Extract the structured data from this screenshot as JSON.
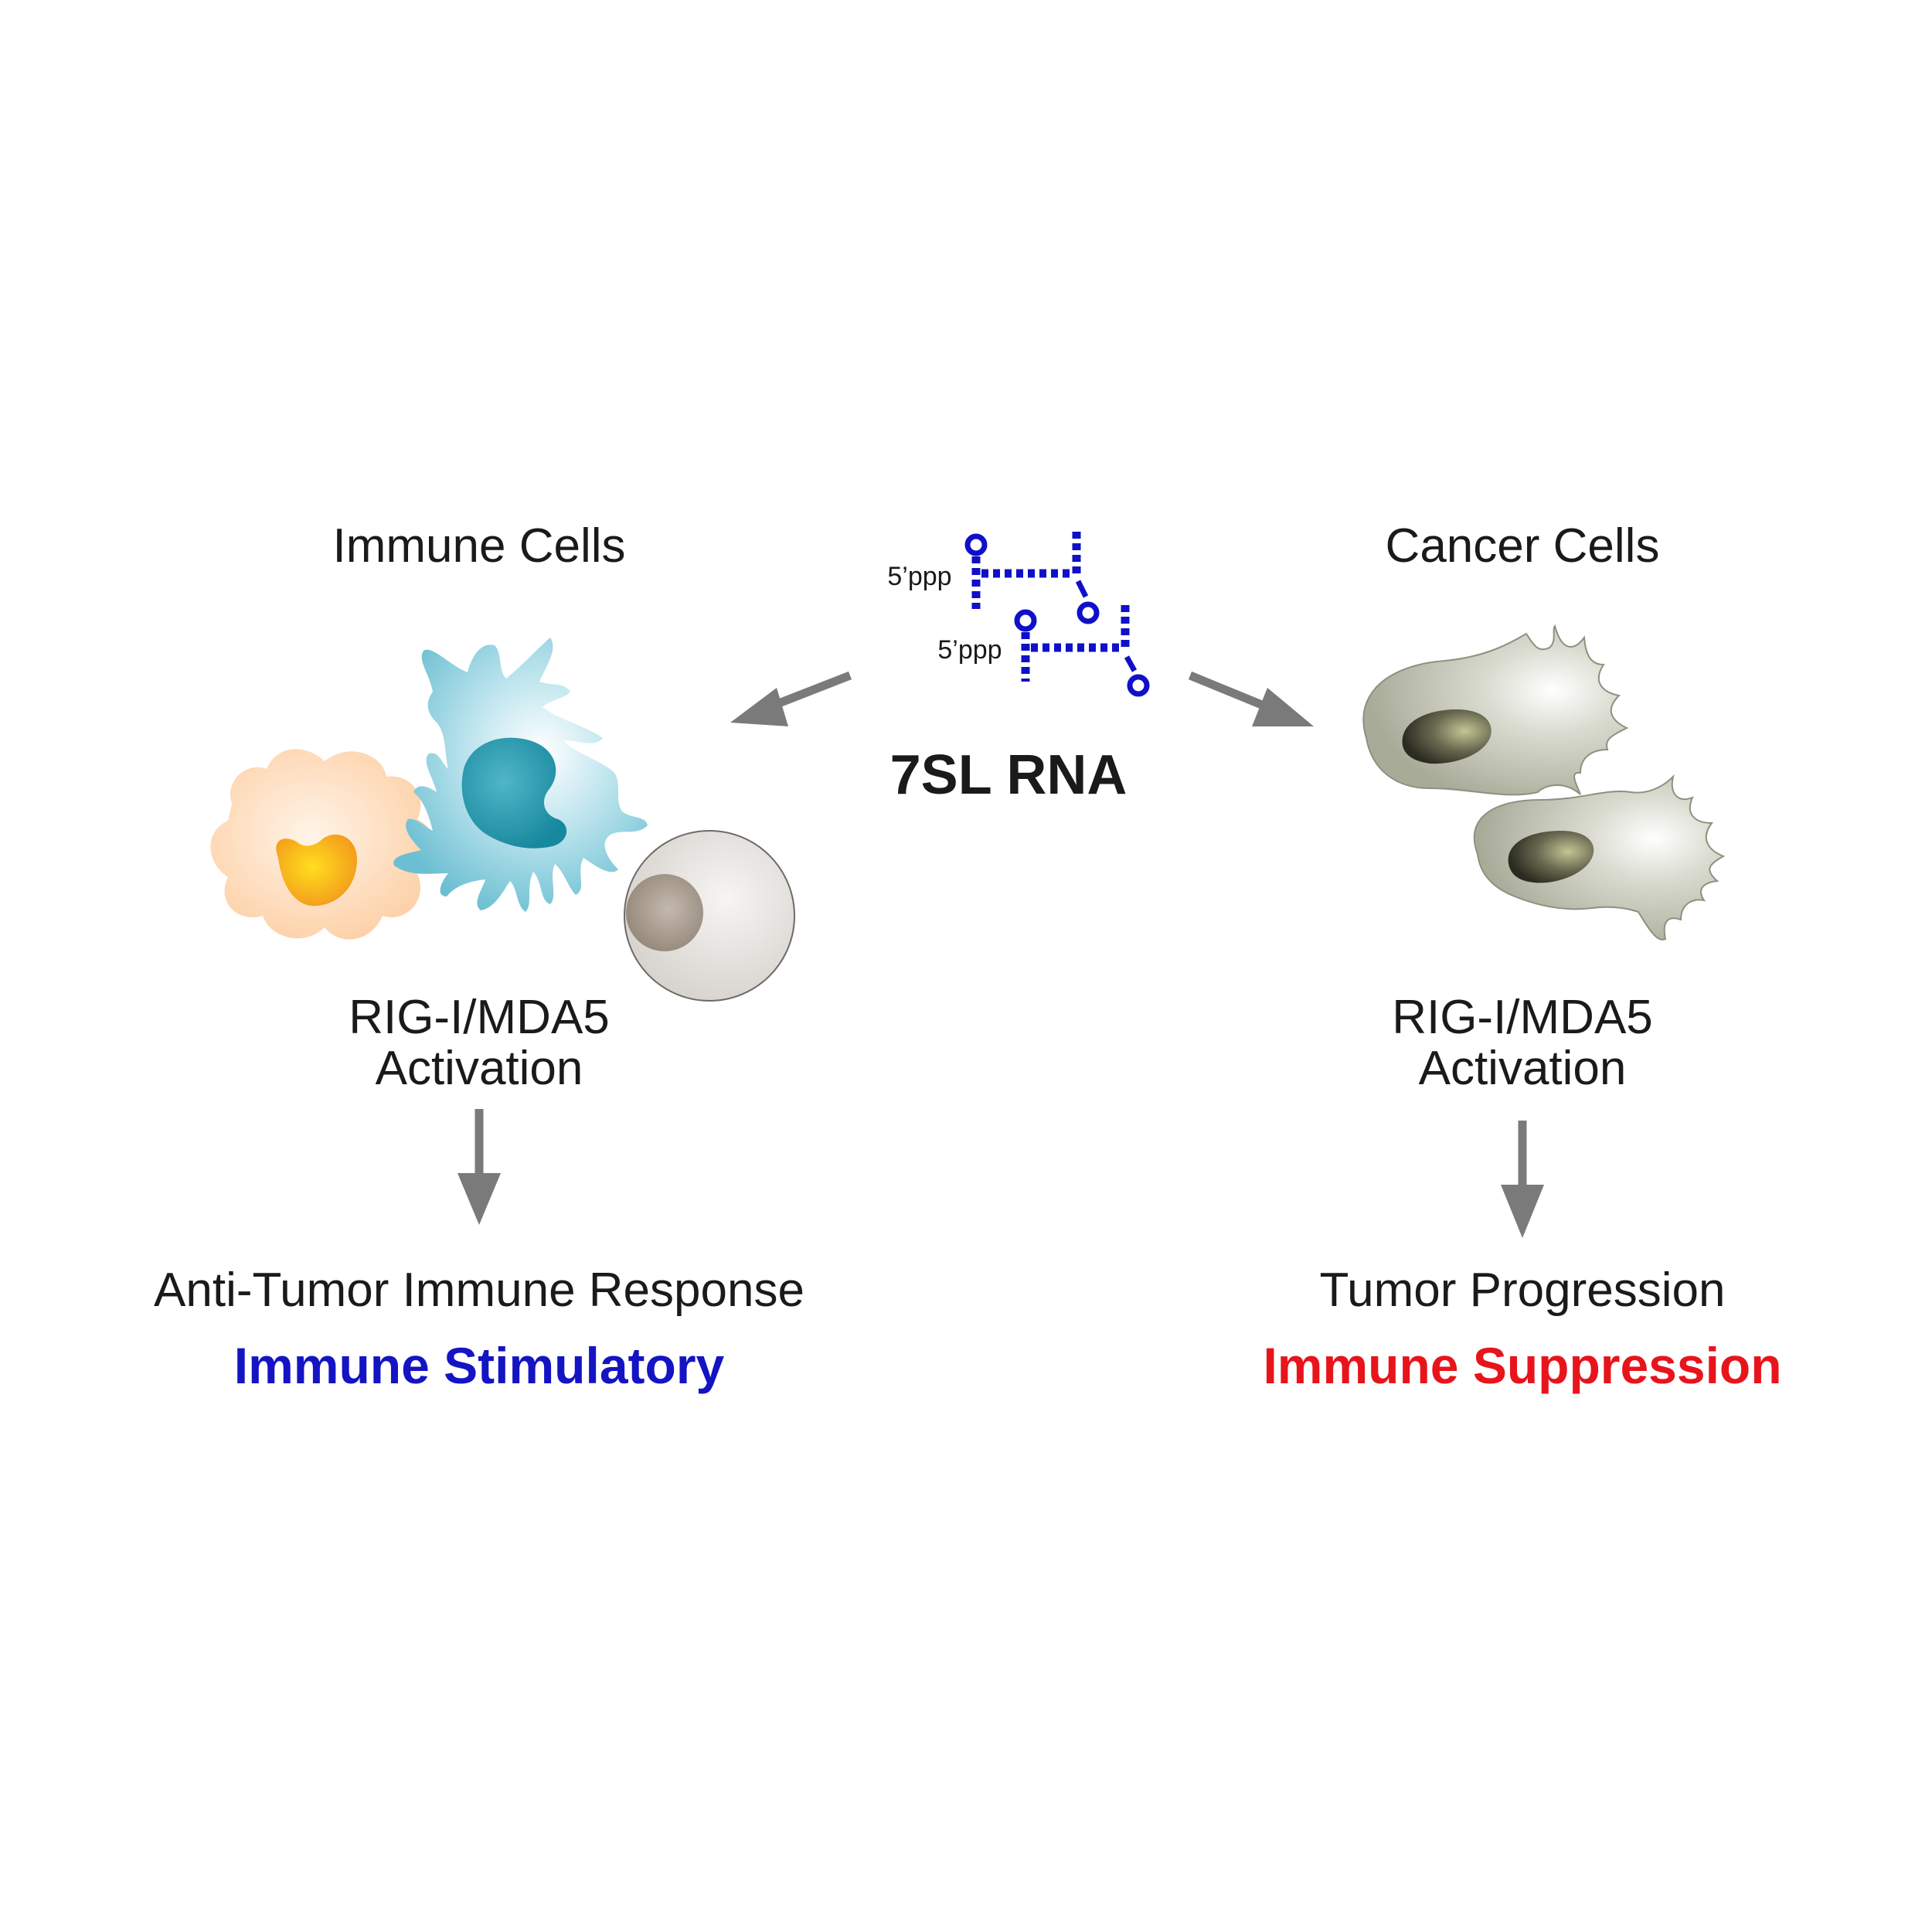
{
  "center": {
    "title": "7SL RNA",
    "cap_label_1": "5’ppp",
    "cap_label_2": "5’ppp"
  },
  "left": {
    "heading": "Immune Cells",
    "pathway_line_1": "RIG-I/MDA5",
    "pathway_line_2": "Activation",
    "outcome": "Anti-Tumor Immune Response",
    "effect": "Immune Stimulatory"
  },
  "right": {
    "heading": "Cancer Cells",
    "pathway_line_1": "RIG-I/MDA5",
    "pathway_line_2": "Activation",
    "outcome": "Tumor Progression",
    "effect": "Immune Suppression"
  },
  "colors": {
    "text": "#1a1a1a",
    "rna": "#1010c8",
    "arrow": "#7a7a7a",
    "stimulatory": "#1414c4",
    "suppression": "#e8141c",
    "macrophage_body": "#fdd3ad",
    "macrophage_nucleus": "#f7a21c",
    "dendritic_body": "#7dc8d8",
    "dendritic_nucleus": "#1f97ad",
    "lymphocyte_body": "#e2dfdb",
    "lymphocyte_nucleus": "#a09384",
    "cancer_body": "#c2c4b4",
    "cancer_nucleus": "#3e3f32"
  }
}
